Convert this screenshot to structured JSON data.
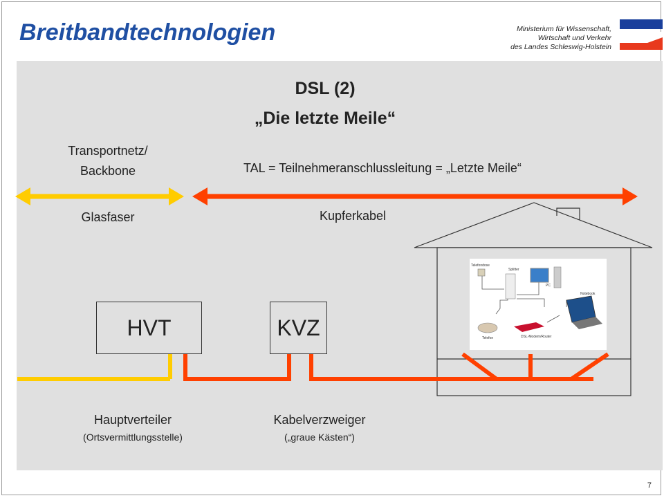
{
  "header": {
    "title": "Breitbandtechnologien",
    "ministry_lines": [
      "Ministerium für Wissenschaft,",
      "Wirtschaft und Verkehr",
      "des Landes Schleswig-Holstein"
    ]
  },
  "slide": {
    "heading": "DSL (2)",
    "subheading": "„Die letzte Meile“",
    "transport_label_1": "Transportnetz/",
    "transport_label_2": "Backbone",
    "tal_label": "TAL = Teilnehmeranschlussleitung  = „Letzte Meile“",
    "glasfaser_label": "Glasfaser",
    "kupfer_label": "Kupferkabel",
    "hvt_box": "HVT",
    "kvz_box": "KVZ",
    "hvt_caption": "Hauptverteiler",
    "hvt_subcaption": "(Ortsvermittlungsstelle)",
    "kvz_caption": "Kabelverzweiger",
    "kvz_subcaption": "(„graue Kästen“)",
    "photo_labels": {
      "telefondose": "Telefondose",
      "splitter": "Splitter",
      "pc": "PC",
      "notebook": "Notebook",
      "telefon": "Telefon",
      "modem": "DSL-Modem/Router"
    }
  },
  "page_number": "7",
  "colors": {
    "title_blue": "#1f4fa3",
    "fiber_yellow": "#ffcc00",
    "copper_red": "#ff4000",
    "flag_blue": "#1a3f9c",
    "flag_red": "#e8391d",
    "panel_gray": "#e0e0e0"
  }
}
